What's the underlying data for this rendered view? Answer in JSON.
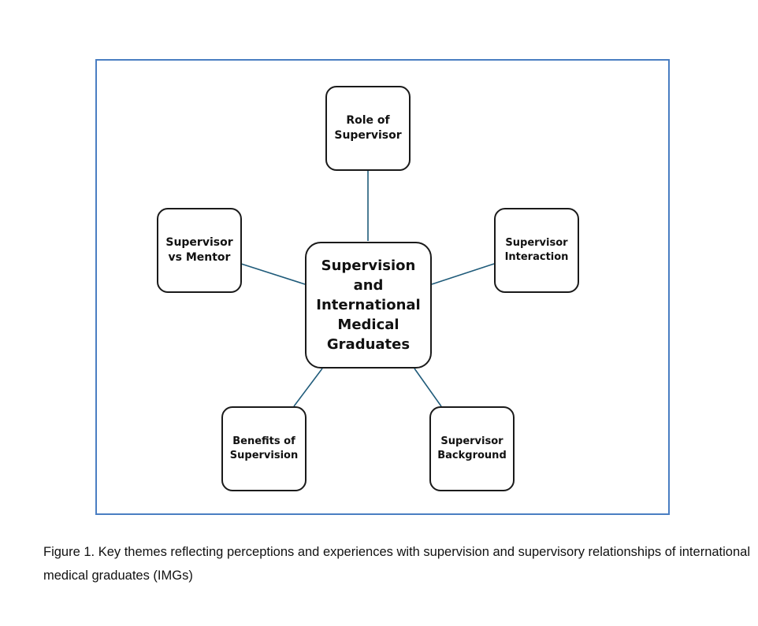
{
  "diagram": {
    "center": {
      "label": "Supervision\nand\nInternational\nMedical\nGraduates"
    },
    "themes": [
      {
        "id": "role",
        "label": "Role of\nSupervisor"
      },
      {
        "id": "interaction",
        "label": "Supervisor\nInteraction"
      },
      {
        "id": "background",
        "label": "Supervisor\nBackground"
      },
      {
        "id": "benefits",
        "label": "Benefits of\nSupervision"
      },
      {
        "id": "mentor",
        "label": "Supervisor\nvs Mentor"
      }
    ],
    "colors": {
      "frame_border": "#4a7ec2",
      "connector": "#1f5b7a",
      "node_border": "#1a1a1a"
    }
  },
  "caption": {
    "text": "Figure 1. Key themes reflecting perceptions and experiences with supervision and supervisory relationships of international medical graduates (IMGs)"
  }
}
